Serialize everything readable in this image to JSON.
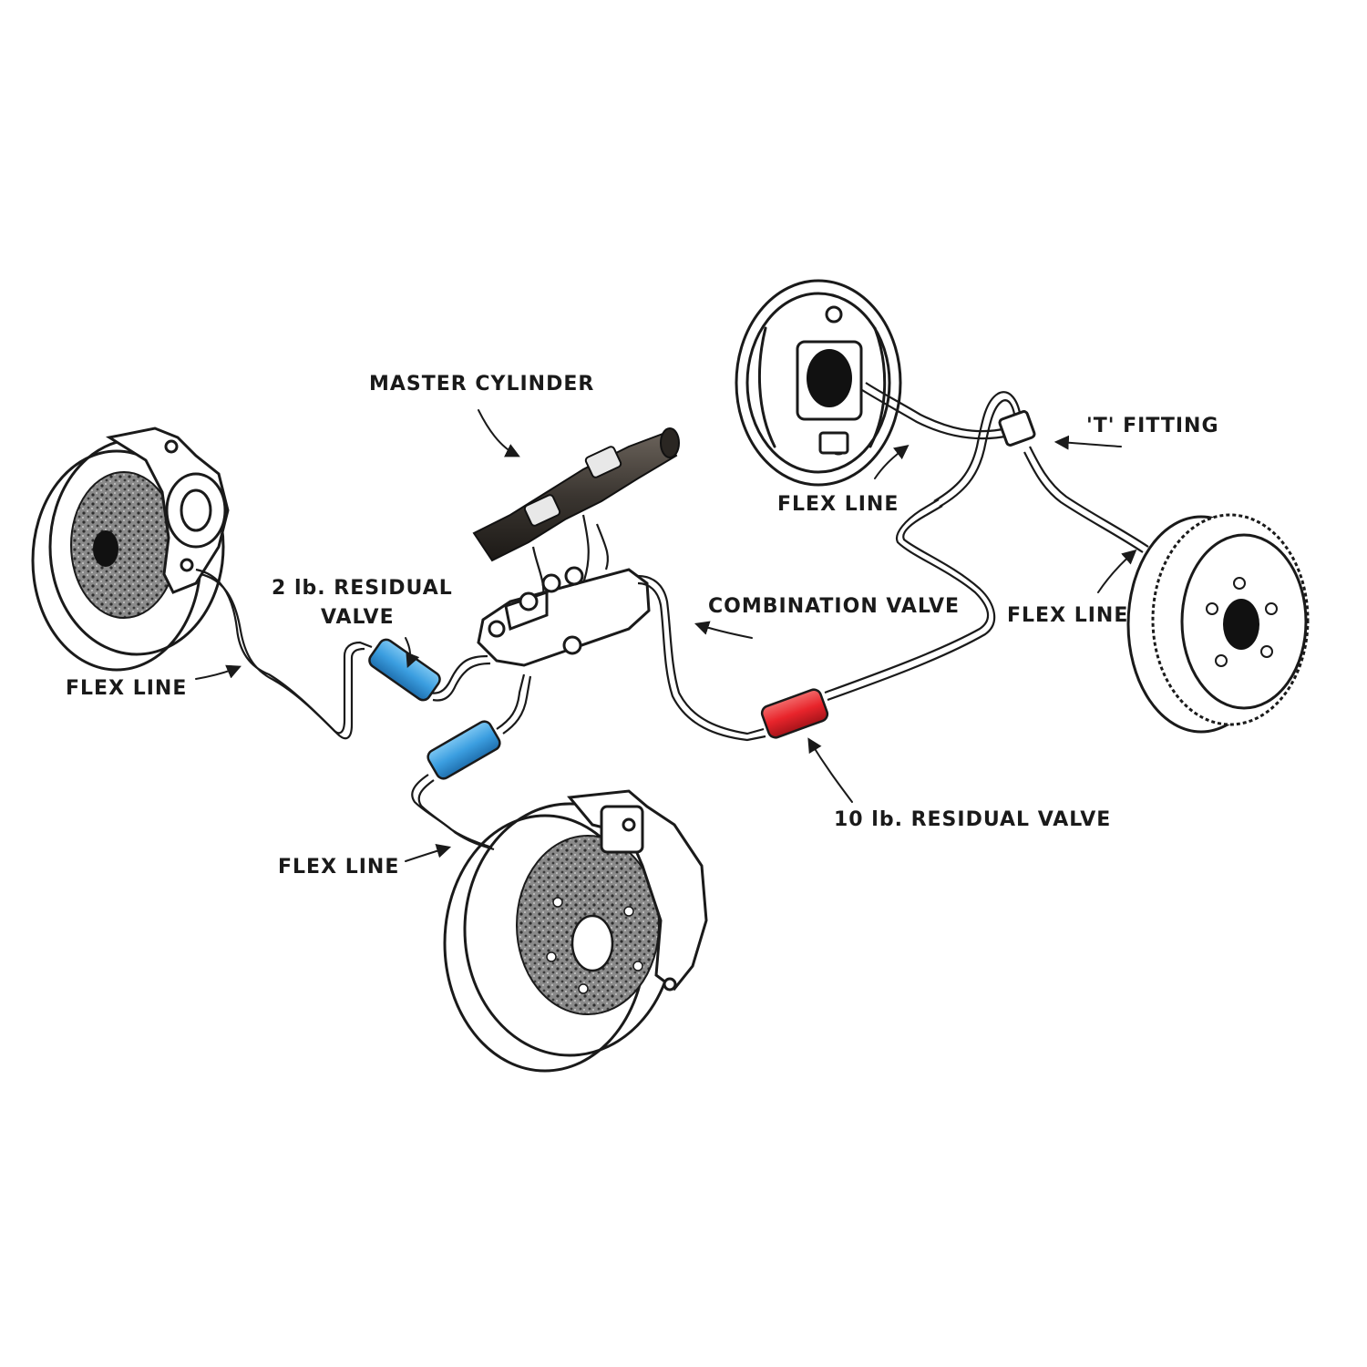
{
  "labels": {
    "master_cylinder": "MASTER CYLINDER",
    "t_fitting": "'T' FITTING",
    "flex_line_rear_left": "FLEX LINE",
    "residual_2lb_line1": "2 lb. RESIDUAL",
    "residual_2lb_line2": "VALVE",
    "combination_valve": "COMBINATION VALVE",
    "flex_line_rear_right": "FLEX LINE",
    "flex_line_front_left": "FLEX LINE",
    "residual_10lb": "10 lb. RESIDUAL VALVE",
    "flex_line_front_right": "FLEX LINE"
  },
  "colors": {
    "residual_valve_2lb": "#3b9ee0",
    "residual_valve_10lb": "#e8242b",
    "master_cylinder_body": "#3a3530",
    "rotor_texture": "#6b6b6b"
  }
}
